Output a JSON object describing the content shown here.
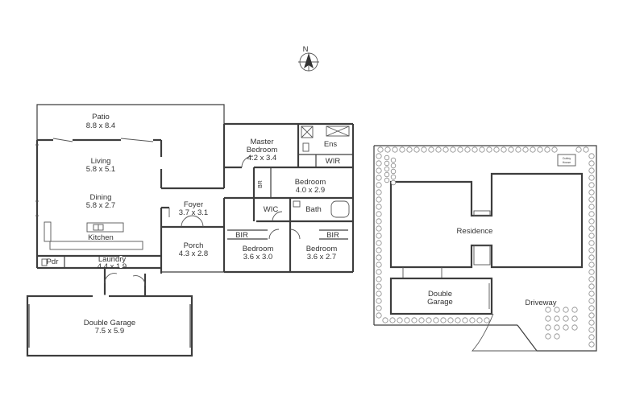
{
  "compass": {
    "label": "N"
  },
  "floorplan": {
    "rooms": {
      "patio": {
        "name": "Patio",
        "size": "8.8 x 8.4"
      },
      "living": {
        "name": "Living",
        "size": "5.8 x 5.1"
      },
      "dining": {
        "name": "Dining",
        "size": "5.8 x 2.7"
      },
      "kitchen": {
        "name": "Kitchen"
      },
      "laundry": {
        "name": "Laundry",
        "size": "4.4 x 1.9"
      },
      "pdr": {
        "name": "Pdr"
      },
      "foyer": {
        "name": "Foyer",
        "size": "3.7 x 3.1"
      },
      "porch": {
        "name": "Porch",
        "size": "4.3 x 2.8"
      },
      "master": {
        "name1": "Master",
        "name2": "Bedroom",
        "size": "4.2 x 3.4"
      },
      "ens": {
        "name": "Ens"
      },
      "wir": {
        "name": "WIR"
      },
      "bedroom1": {
        "name": "Bedroom",
        "size": "4.0 x 2.9"
      },
      "br_small": {
        "name": "BR"
      },
      "wic": {
        "name": "WIC"
      },
      "bath": {
        "name": "Bath"
      },
      "bir_left": {
        "name": "BIR"
      },
      "bir_right": {
        "name": "BIR"
      },
      "bedroom2": {
        "name": "Bedroom",
        "size": "3.6 x 3.0"
      },
      "bedroom3": {
        "name": "Bedroom",
        "size": "3.6 x 2.7"
      },
      "garage": {
        "name": "Double Garage",
        "size": "7.5 x 5.9"
      }
    }
  },
  "siteplan": {
    "residence": "Residence",
    "garage1": "Double",
    "garage2": "Garage",
    "driveway": "Driveway",
    "cubby1": "Cubby",
    "cubby2": "House"
  }
}
